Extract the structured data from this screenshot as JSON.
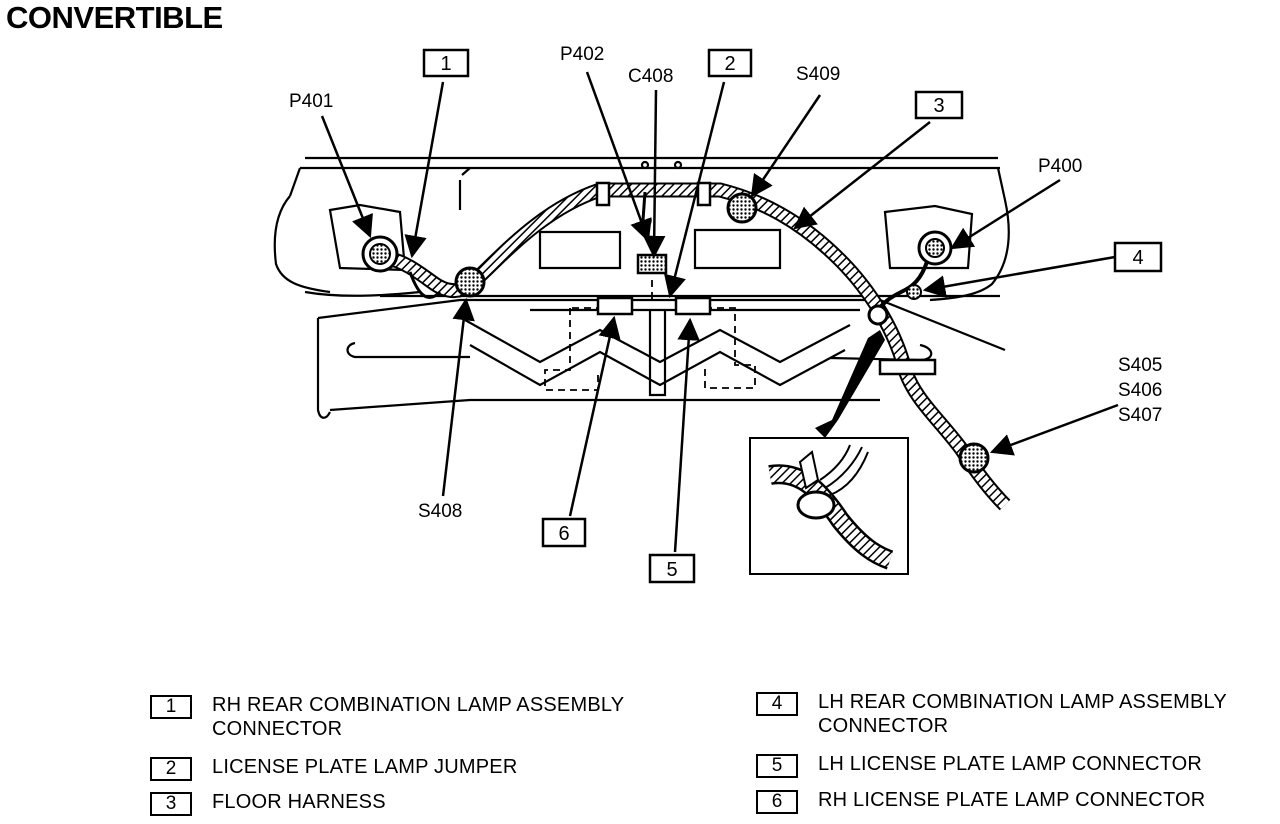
{
  "title": "CONVERTIBLE",
  "diagram": {
    "connector_labels": {
      "p401": "P401",
      "p402": "P402",
      "c408": "C408",
      "s409": "S409",
      "p400": "P400",
      "s408": "S408",
      "s405": "S405",
      "s406": "S406",
      "s407": "S407"
    },
    "callout_numbers": [
      "1",
      "2",
      "3",
      "4",
      "5",
      "6"
    ]
  },
  "legend": [
    {
      "num": "1",
      "text": "RH REAR COMBINATION LAMP ASSEMBLY",
      "text2": "CONNECTOR"
    },
    {
      "num": "2",
      "text": "LICENSE PLATE LAMP JUMPER",
      "text2": ""
    },
    {
      "num": "3",
      "text": "FLOOR HARNESS",
      "text2": ""
    },
    {
      "num": "4",
      "text": "LH REAR COMBINATION LAMP ASSEMBLY",
      "text2": "CONNECTOR"
    },
    {
      "num": "5",
      "text": "LH LICENSE PLATE LAMP CONNECTOR",
      "text2": ""
    },
    {
      "num": "6",
      "text": "RH LICENSE PLATE LAMP CONNECTOR",
      "text2": ""
    }
  ]
}
